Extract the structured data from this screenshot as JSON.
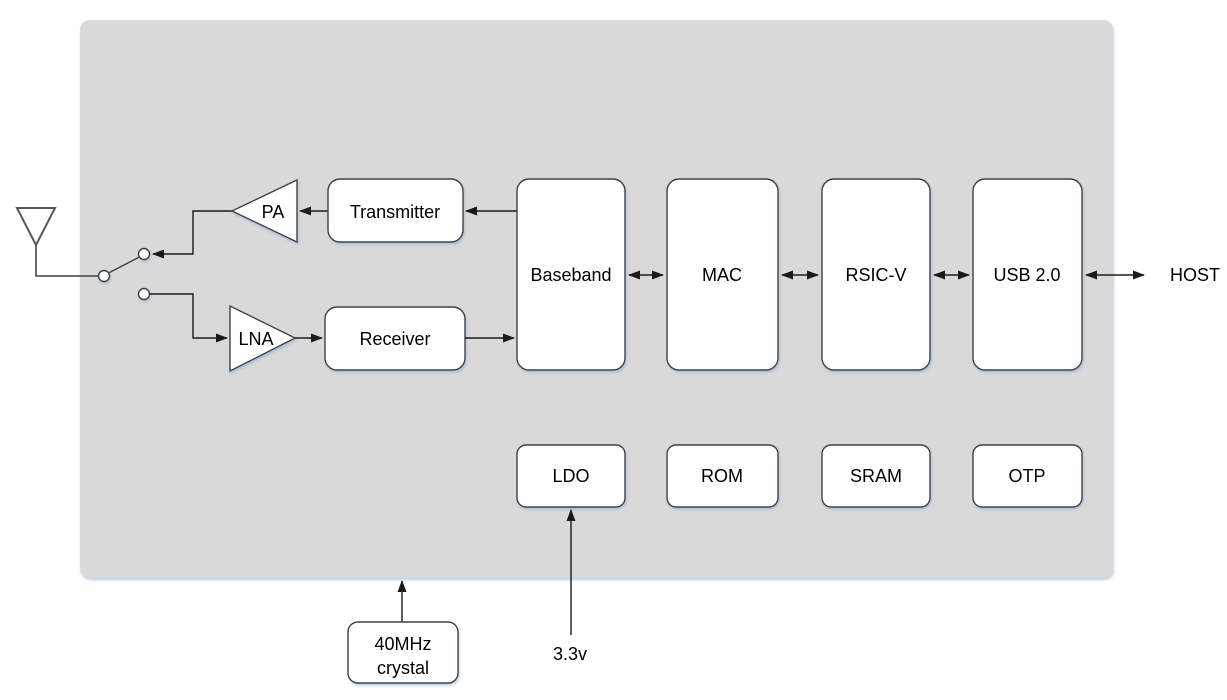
{
  "colors": {
    "panel_fill": "#d9d9d9",
    "block_fill": "#ffffff",
    "block_stroke": "#404040",
    "line": "#1a1a1a",
    "text": "#000000"
  },
  "rf": {
    "pa": "PA",
    "transmitter": "Transmitter",
    "lna": "LNA",
    "receiver": "Receiver"
  },
  "main_row": [
    {
      "label": "Baseband"
    },
    {
      "label": "MAC"
    },
    {
      "label": "RSIC-V"
    },
    {
      "label": "USB 2.0"
    }
  ],
  "bottom_row": [
    {
      "label": "LDO"
    },
    {
      "label": "ROM"
    },
    {
      "label": "SRAM"
    },
    {
      "label": "OTP"
    }
  ],
  "external": {
    "host": "HOST",
    "supply_voltage": "3.3v",
    "crystal_line1": "40MHz",
    "crystal_line2": "crystal"
  }
}
